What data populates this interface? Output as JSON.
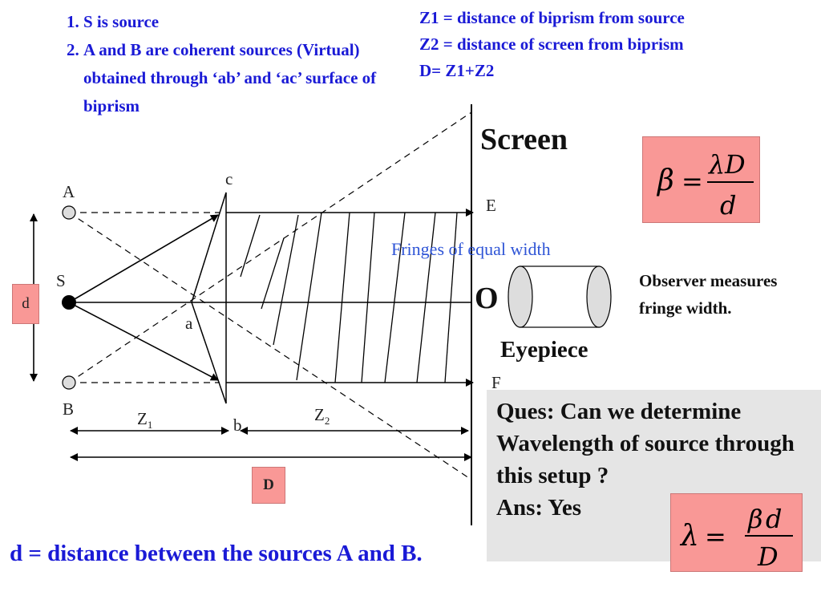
{
  "notes": [
    "S is source",
    "A and B are coherent sources (Virtual) obtained through ‘ab’ and ‘ac’ surface of biprism"
  ],
  "definitions": [
    "Z1 = distance of biprism from source",
    "Z2 = distance of screen from biprism",
    "D= Z1+Z2"
  ],
  "labels": {
    "screen": "Screen",
    "origin": "O",
    "eyepiece": "Eyepiece",
    "fringes": "Fringes of equal width",
    "observer": "Observer measures fringe width.",
    "A": "A",
    "B": "B",
    "S": "S",
    "a": "a",
    "b": "b",
    "c": "c",
    "E": "E",
    "F": "F",
    "d": "d",
    "D": "D",
    "Z": "Z",
    "z1_sub": "1",
    "z2_sub": "2"
  },
  "question": {
    "text": "Ques: Can we determine Wavelength of source through this setup ?",
    "answer": "Ans: Yes"
  },
  "footer": "d = distance between the sources A and B.",
  "formulas": {
    "beta": "β",
    "lambda": "λ",
    "equals": "=",
    "D": "D",
    "d": "d"
  },
  "colors": {
    "accent_blue": "#1a1ad6",
    "formula_bg": "#f99896",
    "question_bg": "#e5e5e5",
    "fringe_text": "#2f55d6"
  }
}
